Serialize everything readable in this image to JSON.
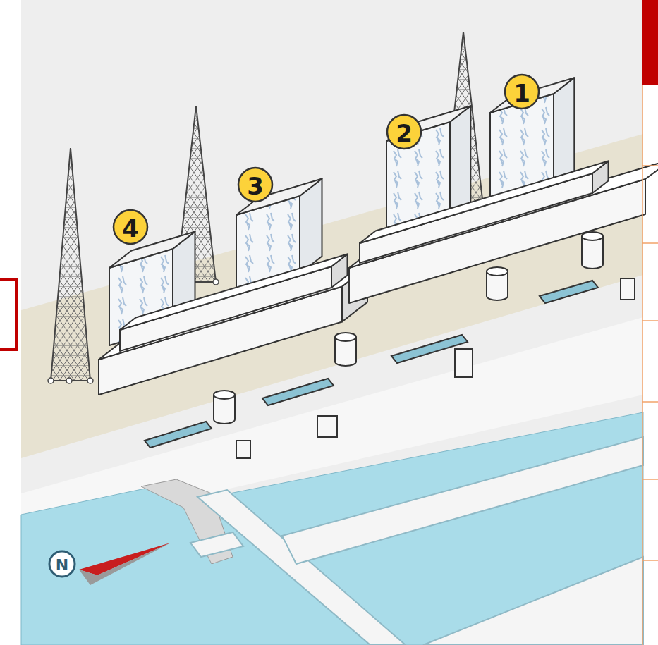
{
  "diagram": {
    "labels": [
      "1",
      "2",
      "3",
      "4",
      "N"
    ]
  }
}
